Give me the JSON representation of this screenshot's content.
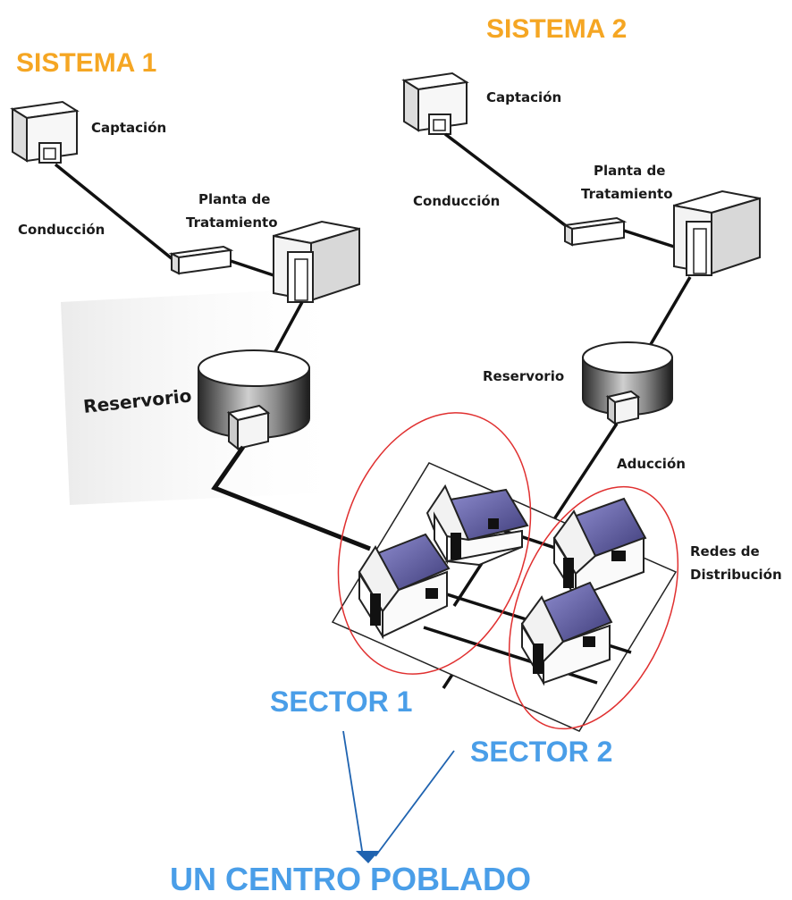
{
  "colors": {
    "sistema_title": "#f5a623",
    "sector_title": "#4a9ee8",
    "bottom_title": "#4a9ee8",
    "sector_ellipse": "#e03030",
    "arrow": "#1f63b0",
    "roof": "#5c5a9c",
    "pipe": "#111111"
  },
  "sistema1": {
    "title": "SISTEMA 1",
    "captacion": "Captación",
    "conduccion": "Conducción",
    "planta_line1": "Planta de",
    "planta_line2": "Tratamiento",
    "reservorio": "Reservorio"
  },
  "sistema2": {
    "title": "SISTEMA 2",
    "captacion": "Captación",
    "conduccion": "Conducción",
    "planta_line1": "Planta de",
    "planta_line2": "Tratamiento",
    "reservorio": "Reservorio",
    "aduccion": "Aducción",
    "redes_line1": "Redes de",
    "redes_line2": "Distribución"
  },
  "sectors": {
    "sector1": "SECTOR 1",
    "sector2": "SECTOR 2"
  },
  "bottom_title": "UN CENTRO POBLADO",
  "icons": {
    "captacion": "intake-box-icon",
    "planta": "treatment-plant-icon",
    "reservorio": "reservoir-tank-icon",
    "house": "house-icon"
  }
}
